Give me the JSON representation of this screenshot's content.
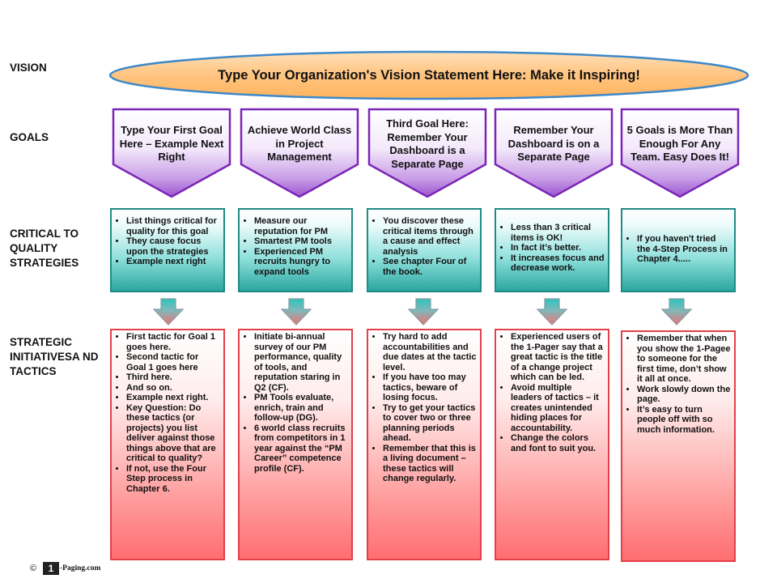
{
  "labels": {
    "vision": "VISION",
    "goals": "GOALS",
    "cts": "CRITICAL TO QUALITY STRATEGIES",
    "initiatives": "STRATEGIC INITIATIVESA ND TACTICS"
  },
  "vision_statement": "Type Your Organization's Vision Statement Here: Make it Inspiring!",
  "goals": [
    "Type Your First Goal Here – Example Next Right",
    "Achieve World Class in Project Management",
    "Third Goal Here: Remember Your Dashboard is a Separate Page",
    "Remember Your Dashboard is on a Separate Page",
    "5 Goals is More Than Enough For Any Team. Easy Does It!"
  ],
  "strategies": [
    [
      "List things critical for quality for this goal",
      "They cause focus upon the strategies",
      "Example next right"
    ],
    [
      "Measure our reputation for PM",
      "Smartest PM tools",
      "Experienced PM recruits hungry to expand tools"
    ],
    [
      "You discover these critical items through a cause and effect analysis",
      "See chapter Four of the book."
    ],
    [
      "Less than 3 critical items is OK!",
      "In fact it’s better.",
      "It increases focus and decrease work."
    ],
    [
      "If you haven't tried the 4-Step Process in Chapter 4....."
    ]
  ],
  "tactics": [
    [
      "First tactic for Goal 1 goes here.",
      "Second tactic for Goal 1 goes here",
      "Third here.",
      "And so on.",
      "Example next right.",
      "Key Question: Do these tactics (or projects) you list deliver against those things above that are critical to quality?",
      "If not, use the Four Step process in Chapter 6."
    ],
    [
      "Initiate bi-annual survey of our PM performance, quality of tools, and reputation staring in Q2 (CF).",
      "PM Tools evaluate, enrich, train and follow-up (DG).",
      "6 world class recruits from competitors in 1 year against the “PM Career” competence profile (CF)."
    ],
    [
      "Try hard to add accountabilities and due dates at the tactic level.",
      "If you have too may tactics, beware of losing focus.",
      "Try to get your tactics to cover two or three planning periods ahead.",
      "Remember that this is a living document – these tactics will change regularly."
    ],
    [
      "Experienced users of the 1-Pager say that a great tactic is the title of a change project which can be led.",
      "Avoid multiple leaders of tactics – it creates unintended hiding places for accountability.",
      "Change the colors and font to suit you."
    ],
    [
      "Remember that when you show the 1-Pagee to someone for the first time, don’t show it all at once.",
      "Work slowly down the page.",
      "It’s easy to turn people off with so much information."
    ]
  ],
  "footer": {
    "copyright": "©",
    "logo_mark": "1",
    "logo_text": "-Paging.com"
  },
  "colors": {
    "vision_fill": "#ffc480",
    "vision_border": "#3d88c8",
    "goal_purple": "#7b25b8",
    "strategy_teal": "#2aa7a0",
    "tactic_red": "#ff6e72",
    "arrow_teal": "#2ec4bd",
    "arrow_red": "#f07078"
  }
}
